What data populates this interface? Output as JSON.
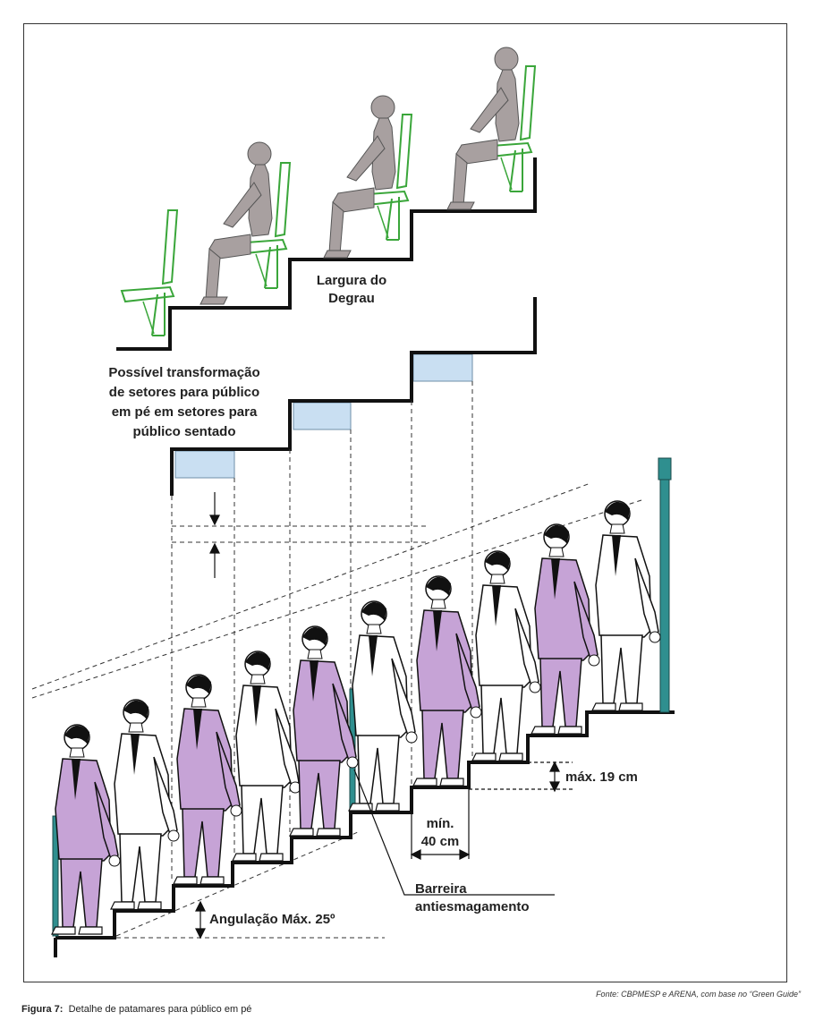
{
  "diagram": {
    "label_width_line1": "Largura do",
    "label_width_line2": "Degrau",
    "transform_line1": "Possível transformação",
    "transform_line2": "de setores para público",
    "transform_line3": "em pé em setores para",
    "transform_line4": "público sentado",
    "max_height": "máx. 19 cm",
    "min_width_line1": "mín.",
    "min_width_line2": "40 cm",
    "barrier_line1": "Barreira",
    "barrier_line2": "antiesmagamento",
    "angle_label": "Angulação Máx. 25º"
  },
  "colors": {
    "stair": "#111111",
    "seat": "#3aa63a",
    "seated_person": "#a8a0a0",
    "suit_purple": "#c6a3d6",
    "suit_white": "#ffffff",
    "step_fill": "#c9dff2",
    "post": "#2f8f8f"
  },
  "footer": {
    "figure_label": "Figura 7:",
    "figure_text": "Detalhe de patamares para público em pé",
    "source": "Fonte: CBPMESP e ARENA, com base no “Green Guide”"
  }
}
